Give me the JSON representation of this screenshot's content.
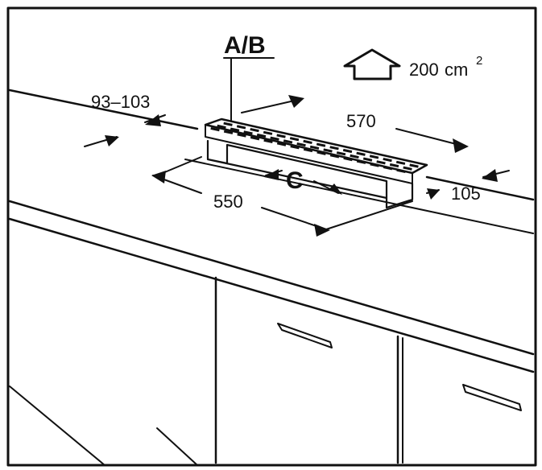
{
  "diagram": {
    "labels": {
      "part_ref": "A/B",
      "part_c": "C",
      "vent_area_value": "200",
      "vent_area_unit": "cm",
      "vent_area_exp": "2",
      "dim_length_top": "570",
      "dim_length_bottom": "550",
      "dim_depth": "93–103",
      "dim_height": "105"
    },
    "colors": {
      "ink": "#111111",
      "paper": "#ffffff"
    }
  }
}
